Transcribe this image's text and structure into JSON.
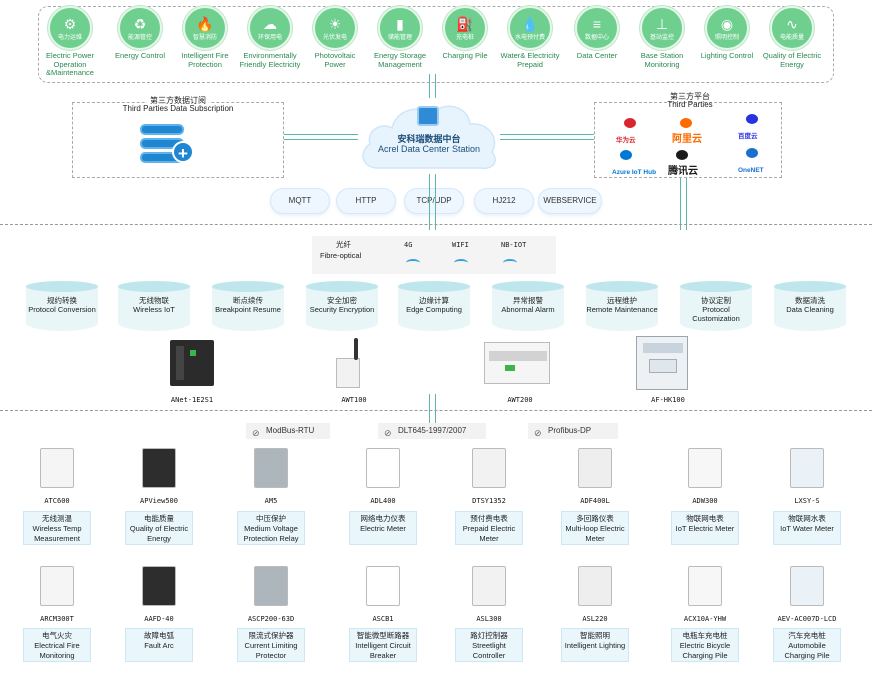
{
  "apps": [
    {
      "zh": "电力运维",
      "en": "Electric Power Operation &Maintenance",
      "icon": "wrench-icon",
      "glyph": "⚙"
    },
    {
      "zh": "能源管控",
      "en": "Energy Control",
      "icon": "recycle-icon",
      "glyph": "♻"
    },
    {
      "zh": "智慧消防",
      "en": "Intelligent Fire Protection",
      "icon": "fire-icon",
      "glyph": "🔥"
    },
    {
      "zh": "环保用电",
      "en": "Environmentally Friendly Electricity",
      "icon": "cloud-bolt-icon",
      "glyph": "☁"
    },
    {
      "zh": "光伏发电",
      "en": "Photovoltaic Power",
      "icon": "solar-panel-icon",
      "glyph": "☀"
    },
    {
      "zh": "储能管理",
      "en": "Energy Storage Management",
      "icon": "battery-icon",
      "glyph": "▮"
    },
    {
      "zh": "充电桩",
      "en": "Charging Pile",
      "icon": "charging-pile-icon",
      "glyph": "⛽"
    },
    {
      "zh": "水电预付费",
      "en": "Water& Electricity Prepaid",
      "icon": "water-drop-icon",
      "glyph": "💧"
    },
    {
      "zh": "数据中心",
      "en": "Data Center",
      "icon": "database-icon",
      "glyph": "≡"
    },
    {
      "zh": "基站监控",
      "en": "Base Station Monitoring",
      "icon": "antenna-icon",
      "glyph": "⊥"
    },
    {
      "zh": "照明控制",
      "en": "Lighting Control",
      "icon": "lightbulb-icon",
      "glyph": "◉"
    },
    {
      "zh": "电能质量",
      "en": "Quality of Electric Energy",
      "icon": "waveform-icon",
      "glyph": "∿"
    }
  ],
  "subscription": {
    "zh": "第三方数据订阅",
    "en": "Third Parties Data Subscription"
  },
  "platforms": {
    "zh": "第三方平台",
    "en": "Third Parties",
    "items": [
      {
        "name": "华为云",
        "color": "#d9262c"
      },
      {
        "name": "阿里云",
        "color": "#ff6a00"
      },
      {
        "name": "百度云",
        "color": "#2932e1"
      },
      {
        "name": "Azure IoT Hub",
        "color": "#0078d4"
      },
      {
        "name": "腾讯云",
        "color": "#1a1a1a"
      },
      {
        "name": "OneNET",
        "color": "#1a6fd1"
      }
    ]
  },
  "cloud": {
    "zh": "安科瑞数据中台",
    "en": "Acrel Data Center Station"
  },
  "protocols": [
    "MQTT",
    "HTTP",
    "TCP/UDP",
    "HJ212",
    "WEBSERVICE"
  ],
  "network": {
    "fiber_zh": "光纤",
    "fiber_en": "Fibre-optical",
    "wireless": [
      "4G",
      "WIFI",
      "NB-IOT"
    ]
  },
  "gateway_functions": [
    {
      "zh": "规约转换",
      "en": "Protocol Conversion"
    },
    {
      "zh": "无线物联",
      "en": "Wireless IoT"
    },
    {
      "zh": "断点续传",
      "en": "Breakpoint Resume"
    },
    {
      "zh": "安全加密",
      "en": "Security Encryption"
    },
    {
      "zh": "边缘计算",
      "en": "Edge Computing"
    },
    {
      "zh": "异常报警",
      "en": "Abnormal Alarm"
    },
    {
      "zh": "远程维护",
      "en": "Remote Maintenance"
    },
    {
      "zh": "协议定制",
      "en": "Protocol Customization"
    },
    {
      "zh": "数据清洗",
      "en": "Data Cleaning"
    }
  ],
  "gateways": [
    "ANet-1E2S1",
    "AWT100",
    "AWT200",
    "AF-HK100"
  ],
  "buses": [
    "ModBus-RTU",
    "DLT645-1997/2007",
    "Profibus-DP"
  ],
  "devices_row1": [
    {
      "model": "ATC600",
      "zh": "无线测温",
      "en": "Wireless Temp Measurement"
    },
    {
      "model": "APView500",
      "zh": "电能质量",
      "en": "Quality of Electric Energy"
    },
    {
      "model": "AM5",
      "zh": "中压保护",
      "en": "Medium Voltage Protection Relay"
    },
    {
      "model": "ADL400",
      "zh": "网络电力仪表",
      "en": "Electric Meter"
    },
    {
      "model": "DTSY1352",
      "zh": "预付费电表",
      "en": "Prepaid Electric Meter"
    },
    {
      "model": "ADF400L",
      "zh": "多回路仪表",
      "en": "Multi-loop Electric Meter"
    },
    {
      "model": "ADW300",
      "zh": "物联网电表",
      "en": "IoT Electric Meter"
    },
    {
      "model": "LXSY-S",
      "zh": "物联网水表",
      "en": "IoT Water Meter"
    }
  ],
  "devices_row2": [
    {
      "model": "ARCM300T",
      "zh": "电气火灾",
      "en": "Electrical Fire Monitoring"
    },
    {
      "model": "AAFD-40",
      "zh": "故障电弧",
      "en": "Fault Arc"
    },
    {
      "model": "ASCP200-63D",
      "zh": "限流式保护器",
      "en": "Current Limiting Protector"
    },
    {
      "model": "ASCB1",
      "zh": "智能微型断路器",
      "en": "Intelligent Circuit Breaker"
    },
    {
      "model": "ASL300",
      "zh": "路灯控制器",
      "en": "Streetlight Controller"
    },
    {
      "model": "ASL220",
      "zh": "智能照明",
      "en": "Intelligent Lighting"
    },
    {
      "model": "ACX10A-YHW",
      "zh": "电瓶车充电桩",
      "en": "Electric Bicycle Charging Pile"
    },
    {
      "model": "AEV-AC007D-LCD",
      "zh": "汽车充电桩",
      "en": "Automobile Charging Pile"
    }
  ]
}
